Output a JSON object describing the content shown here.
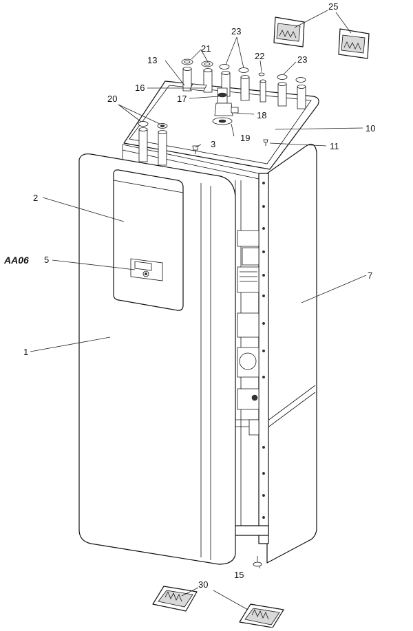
{
  "diagram": {
    "callouts": [
      {
        "id": "c1",
        "text": "1"
      },
      {
        "id": "c2",
        "text": "2"
      },
      {
        "id": "c3",
        "text": "3"
      },
      {
        "id": "c5",
        "text": "5"
      },
      {
        "id": "c7",
        "text": "7"
      },
      {
        "id": "c10",
        "text": "10"
      },
      {
        "id": "c11",
        "text": "11"
      },
      {
        "id": "c13",
        "text": "13"
      },
      {
        "id": "c15",
        "text": "15"
      },
      {
        "id": "c16",
        "text": "16"
      },
      {
        "id": "c17",
        "text": "17"
      },
      {
        "id": "c18",
        "text": "18"
      },
      {
        "id": "c19",
        "text": "19"
      },
      {
        "id": "c20",
        "text": "20"
      },
      {
        "id": "c21",
        "text": "21"
      },
      {
        "id": "c22",
        "text": "22"
      },
      {
        "id": "c23a",
        "text": "23"
      },
      {
        "id": "c23b",
        "text": "23"
      },
      {
        "id": "c25",
        "text": "25"
      },
      {
        "id": "c30",
        "text": "30"
      }
    ],
    "component_tag": "AA06"
  }
}
